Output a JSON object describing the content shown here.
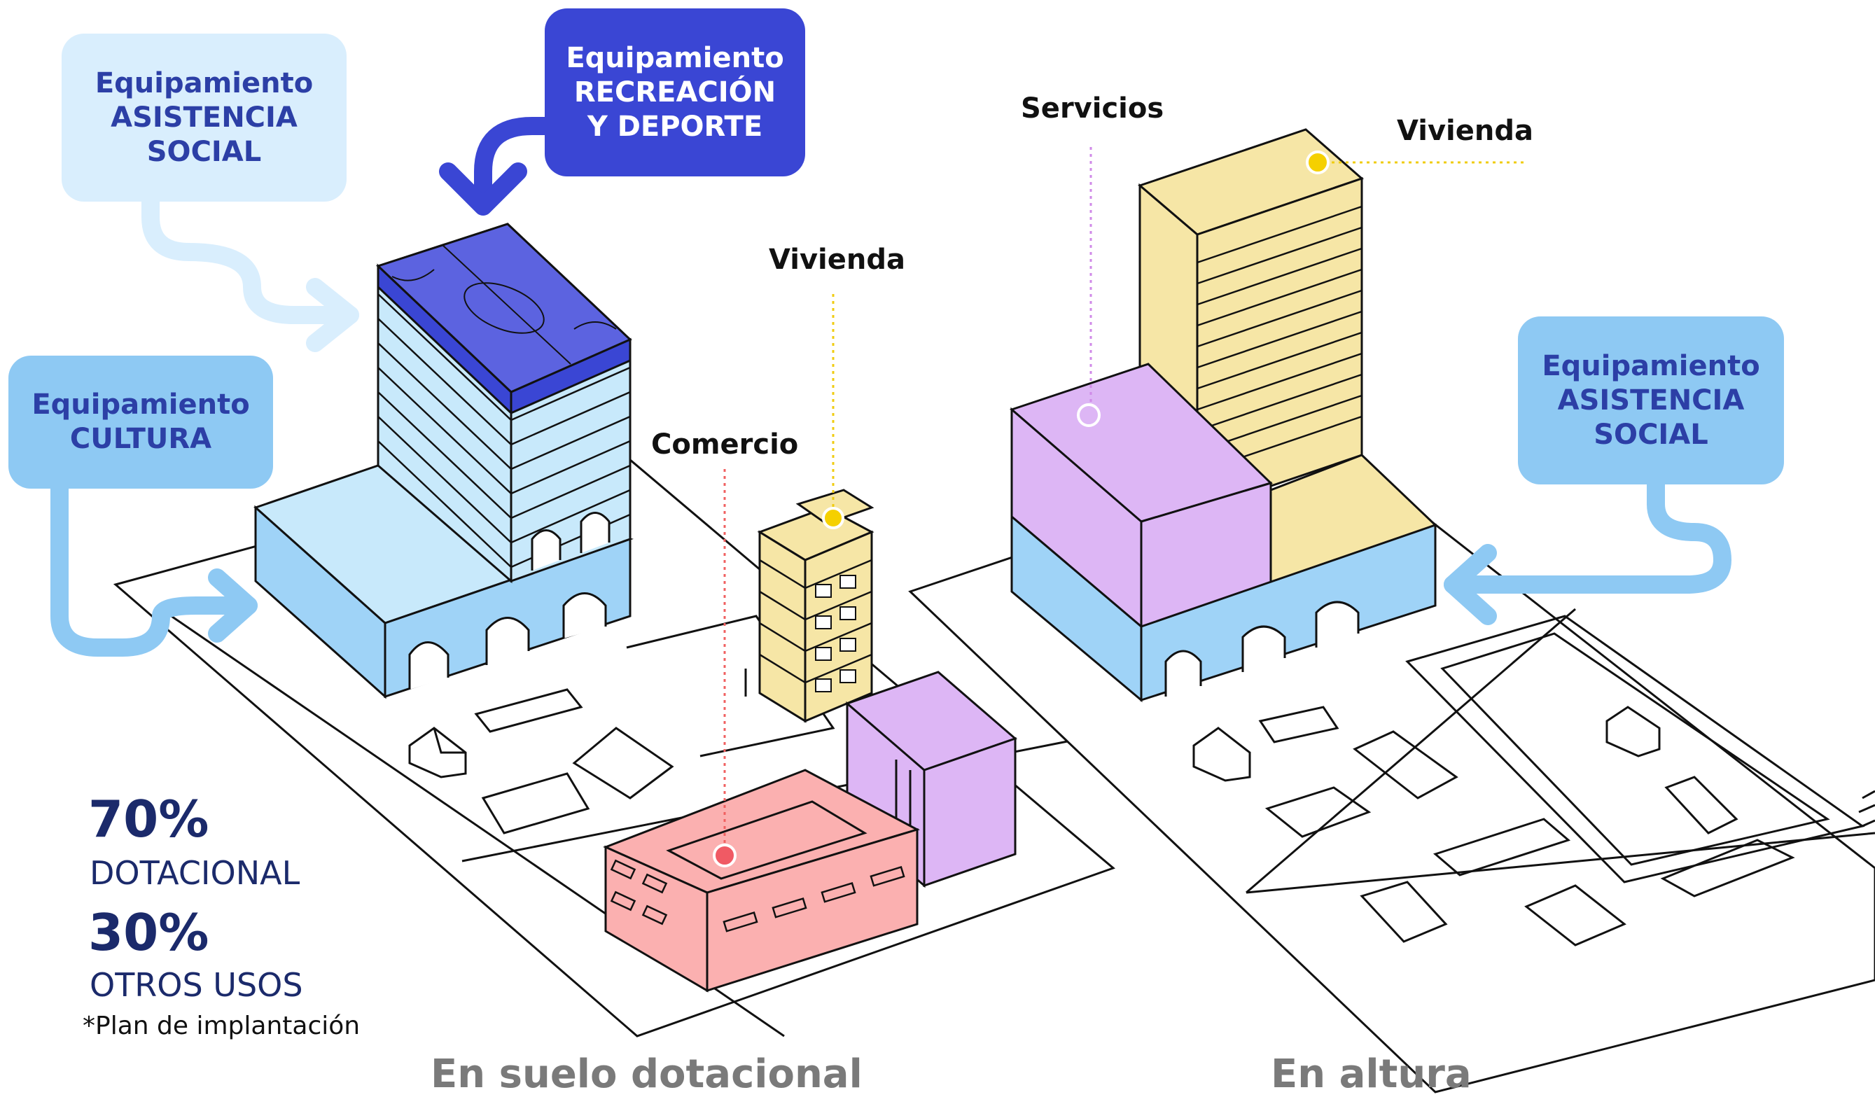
{
  "bubbles": {
    "asistencia_left": {
      "line1": "Equipamiento",
      "line2": "ASISTENCIA",
      "line3": "SOCIAL"
    },
    "recreacion": {
      "line1": "Equipamiento",
      "line2": "RECREACIÓN",
      "line3": "Y DEPORTE"
    },
    "cultura": {
      "line1": "Equipamiento",
      "line2": "CULTURA"
    },
    "asistencia_right": {
      "line1": "Equipamiento",
      "line2": "ASISTENCIA",
      "line3": "SOCIAL"
    }
  },
  "labels": {
    "vivienda_left": "Vivienda",
    "comercio": "Comercio",
    "servicios": "Servicios",
    "vivienda_right": "Vivienda"
  },
  "stats": {
    "pct1": "70%",
    "use1": "DOTACIONAL",
    "pct2": "30%",
    "use2": "OTROS USOS",
    "note": "*Plan de implantación"
  },
  "captions": {
    "left": "En suelo dotacional",
    "right": "En altura"
  },
  "colors": {
    "light_blue": "#9fd3f7",
    "pale_blue": "#c8e9fb",
    "dark_blue": "#3a46d4",
    "yellow": "#f6e6a6",
    "purple": "#ddb6f5",
    "pink": "#fbb0b0"
  }
}
